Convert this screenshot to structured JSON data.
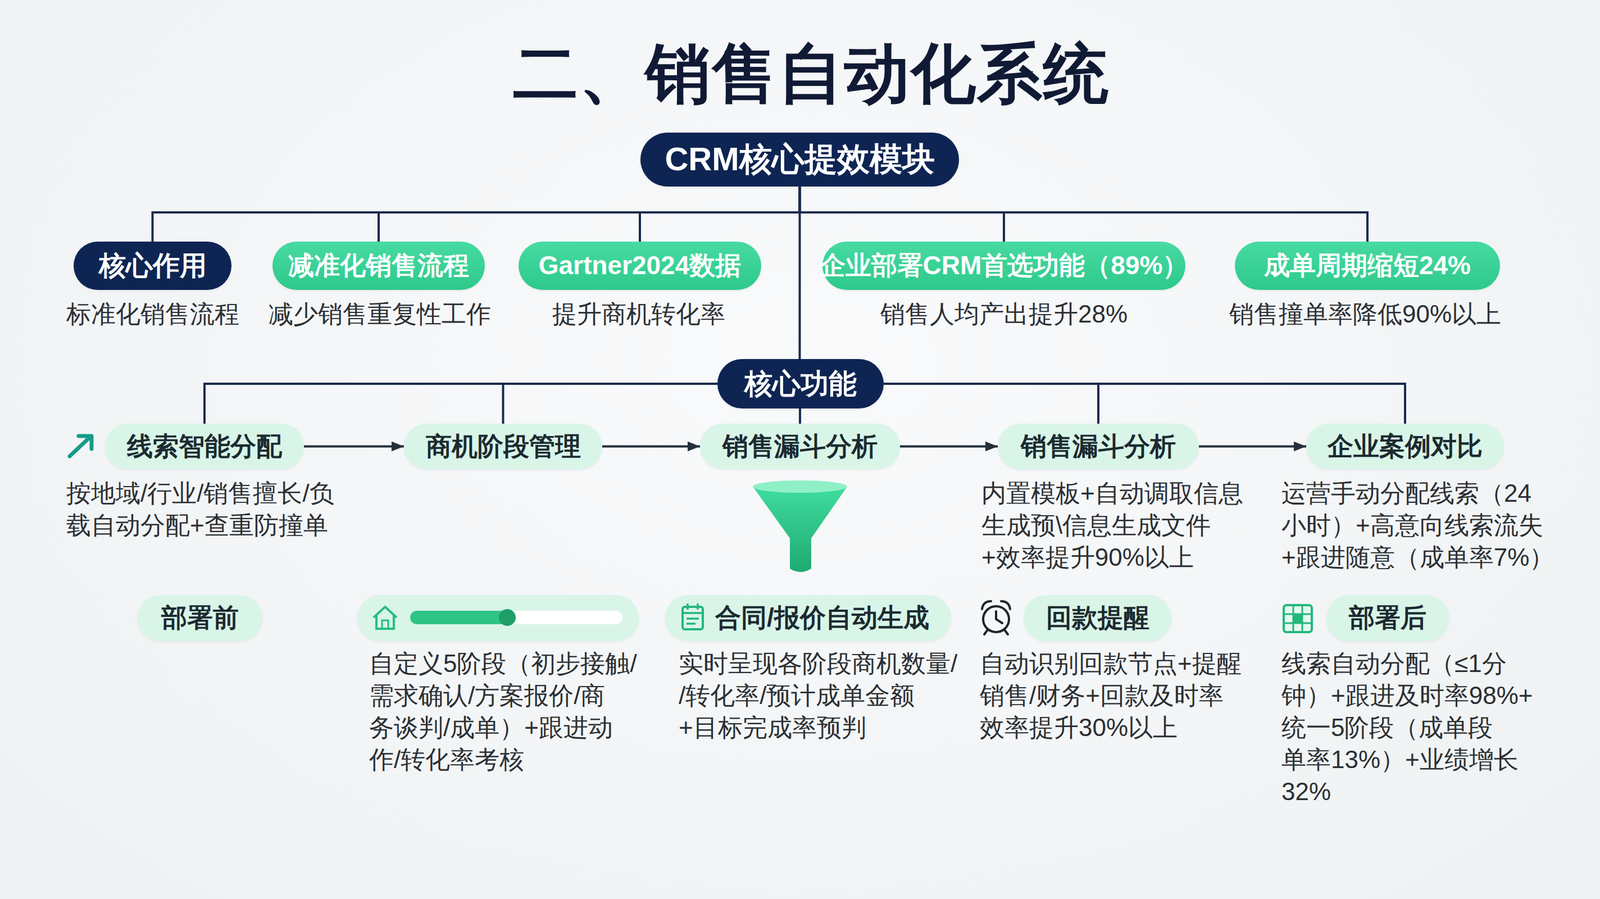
{
  "diagram": {
    "title": "二、销售自动化系统",
    "nodes": [
      {
        "text": [
          "CRM核心提效模块"
        ]
      },
      {
        "text": [
          "核心作用",
          "标准化销售流程"
        ]
      },
      {
        "text": [
          "减准化销售流程",
          "减少销售重复性工作"
        ]
      },
      {
        "text": [
          "Gartner2024数据",
          "提升商机转化率"
        ]
      },
      {
        "text": [
          "企业部署CRM首选功能（89%）",
          "销售人均产出提升28%"
        ]
      },
      {
        "text": [
          "成单周期缩短24%",
          "销售撞单率降低90%以上"
        ]
      },
      {
        "text": [
          "核心功能"
        ]
      },
      {
        "text": [
          "线索智能分配",
          "按地域/行业/销售擅长/负 载自动分配+查重防撞单"
        ]
      },
      {
        "text": [
          "商机阶段管理"
        ]
      },
      {
        "text": [
          "销售漏斗分析"
        ]
      },
      {
        "text": [
          "销售漏斗分析",
          "内置模板+自动调取信息 生成预\\信息生成文件 +效率提升90%以上"
        ]
      },
      {
        "text": [
          "企业案例对比",
          "运营手动分配线索（24 小时）+高意向线索流失 +跟进随意（成单率7%）"
        ]
      },
      {
        "text": [
          "部署前"
        ]
      },
      {
        "text": [
          "自定义5阶段（初步接触/ 需求确认/方案报价/商 务谈判/成单）+跟进动 作/转化率考核"
        ]
      },
      {
        "text": [
          "合同/报价自动生成",
          "实时呈现各阶段商机数量/ /转化率/预计成单金额 +目标完成率预判"
        ]
      },
      {
        "text": [
          "回款提醒",
          "自动识别回款节点+提醒 销售/财务+回款及时率 效率提升30%以上"
        ]
      },
      {
        "text": [
          "部署后",
          "线索自动分配（≤1分 钟）+跟进及时率98%+ 统一5阶段（成单段 单率13%）+业绩增长 32%"
        ]
      }
    ],
    "edges": [
      {
        "from": 0,
        "to": 1,
        "arrow": "none"
      },
      {
        "from": 0,
        "to": 2,
        "arrow": "none"
      },
      {
        "from": 0,
        "to": 3,
        "arrow": "none"
      },
      {
        "from": 0,
        "to": 4,
        "arrow": "none"
      },
      {
        "from": 0,
        "to": 5,
        "arrow": "none"
      },
      {
        "from": 0,
        "to": 6,
        "arrow": "none"
      },
      {
        "from": 6,
        "to": 7,
        "arrow": "none"
      },
      {
        "from": 6,
        "to": 8,
        "arrow": "none"
      },
      {
        "from": 6,
        "to": 9,
        "arrow": "none"
      },
      {
        "from": 6,
        "to": 10,
        "arrow": "none"
      },
      {
        "from": 6,
        "to": 11,
        "arrow": "none"
      },
      {
        "from": 7,
        "to": 8,
        "arrow": "to"
      },
      {
        "from": 8,
        "to": 9,
        "arrow": "to"
      },
      {
        "from": 9,
        "to": 10,
        "arrow": "to"
      },
      {
        "from": 10,
        "to": 11,
        "arrow": "to"
      }
    ]
  }
}
